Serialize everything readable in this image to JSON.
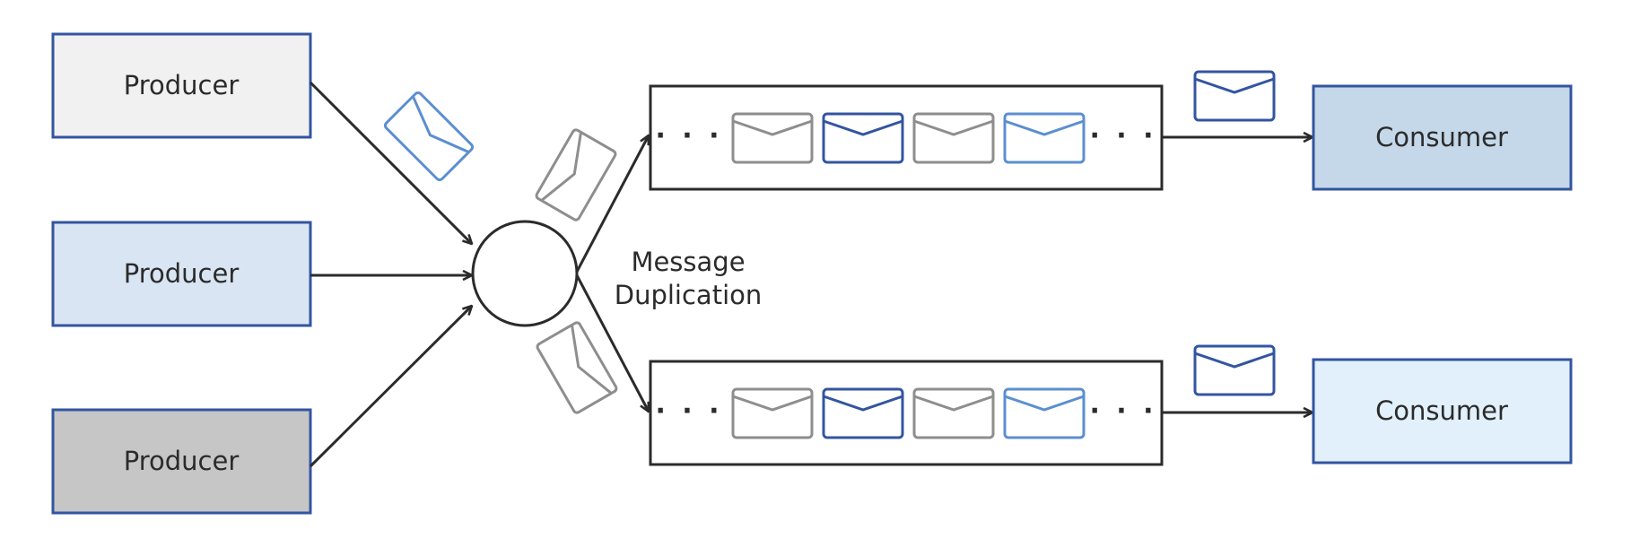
{
  "producers": [
    {
      "label": "Producer",
      "fill": "#f1f1f1"
    },
    {
      "label": "Producer",
      "fill": "#d9e5f3"
    },
    {
      "label": "Producer",
      "fill": "#c6c6c6"
    }
  ],
  "consumers": [
    {
      "label": "Consumer",
      "fill": "#c4d8ea"
    },
    {
      "label": "Consumer",
      "fill": "#e2f0fb"
    }
  ],
  "duplication_label": {
    "line1": "Message",
    "line2": "Duplication"
  },
  "queue": {
    "ellipsis_left": "· · ·",
    "ellipsis_right": "· · ·",
    "message_colors": [
      "#8e8e8e",
      "#3355a0",
      "#8e8e8e",
      "#5b8fd0"
    ]
  },
  "colors": {
    "box_border": "#3355a0",
    "line": "#2b2b2b",
    "envelope_gray": "#8e8e8e",
    "envelope_dark_blue": "#3355a0",
    "envelope_light_blue": "#5b8fd0"
  },
  "icons": {
    "envelope": "envelope-icon",
    "router": "router-circle"
  }
}
